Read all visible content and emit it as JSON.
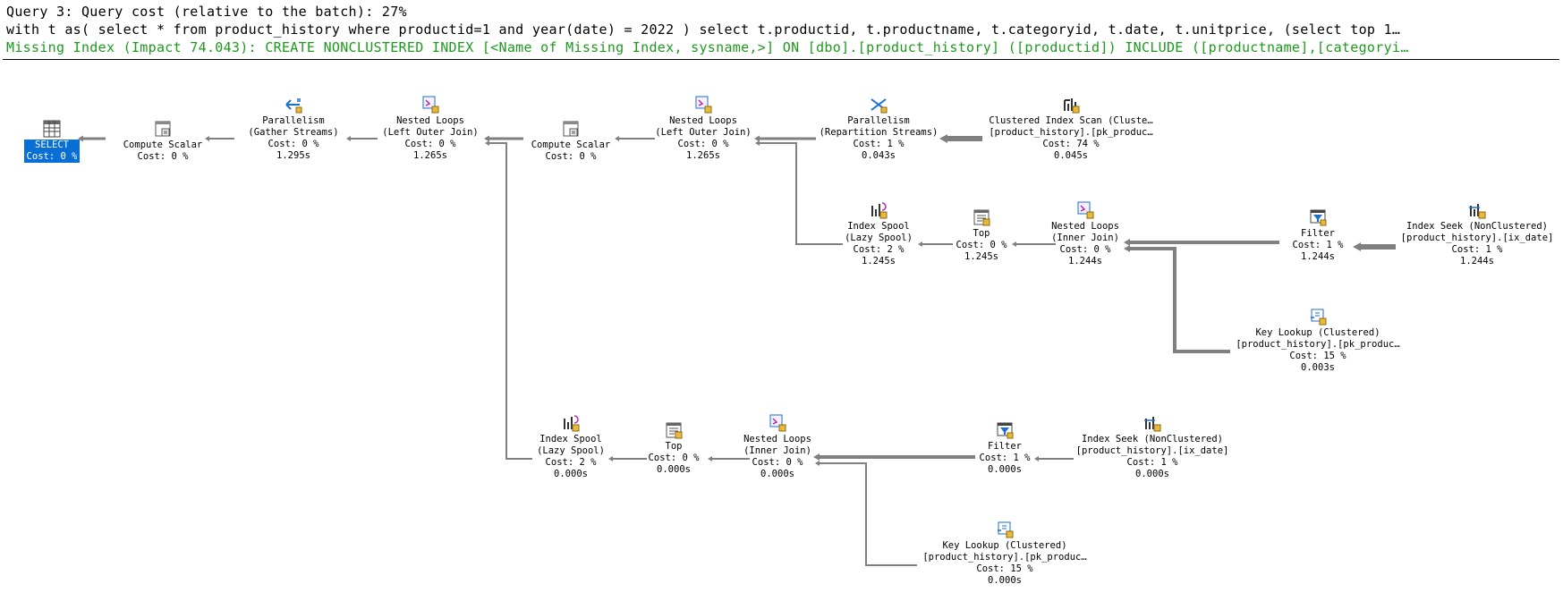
{
  "header": {
    "line1": "Query 3: Query cost (relative to the batch): 27%",
    "line2": "with t as( select * from product_history where productid=1 and year(date) = 2022 ) select t.productid, t.productname, t.categoryid, t.date, t.unitprice, (select top 1…",
    "line3": "Missing Index (Impact 74.043): CREATE NONCLUSTERED INDEX [<Name of Missing Index, sysname,>] ON [dbo].[product_history] ([productid]) INCLUDE ([productname],[categoryi…"
  },
  "colors": {
    "missing_index": "#1d9a1d",
    "selected_bg": "#0a6fd4",
    "edge": "#808080"
  },
  "plan": {
    "select": {
      "icon": "table-grid-icon",
      "name": "SELECT",
      "cost": "Cost: 0 %"
    },
    "compute_scalar_1": {
      "icon": "compute-scalar-icon",
      "name": "Compute Scalar",
      "cost": "Cost: 0 %"
    },
    "parallelism_gather": {
      "icon": "parallelism-icon",
      "name": "Parallelism",
      "sub": "(Gather Streams)",
      "cost": "Cost: 0 %",
      "time": "1.295s"
    },
    "nested_loops_1": {
      "icon": "nested-loops-icon",
      "name": "Nested Loops",
      "sub": "(Left Outer Join)",
      "cost": "Cost: 0 %",
      "time": "1.265s"
    },
    "compute_scalar_2": {
      "icon": "compute-scalar-icon",
      "name": "Compute Scalar",
      "cost": "Cost: 0 %"
    },
    "nested_loops_2": {
      "icon": "nested-loops-icon",
      "name": "Nested Loops",
      "sub": "(Left Outer Join)",
      "cost": "Cost: 0 %",
      "time": "1.265s"
    },
    "parallelism_repartition": {
      "icon": "parallelism-icon",
      "name": "Parallelism",
      "sub": "(Repartition Streams)",
      "cost": "Cost: 1 %",
      "time": "0.043s"
    },
    "clustered_index_scan": {
      "icon": "clustered-index-scan-icon",
      "name": "Clustered Index Scan (Cluste…",
      "sub": "[product_history].[pk_produc…",
      "cost": "Cost: 74 %",
      "time": "0.045s"
    },
    "index_spool_1": {
      "icon": "index-spool-icon",
      "name": "Index Spool",
      "sub": "(Lazy Spool)",
      "cost": "Cost: 2 %",
      "time": "1.245s"
    },
    "top_1": {
      "icon": "top-icon",
      "name": "Top",
      "cost": "Cost: 0 %",
      "time": "1.245s"
    },
    "nested_loops_3": {
      "icon": "nested-loops-icon",
      "name": "Nested Loops",
      "sub": "(Inner Join)",
      "cost": "Cost: 0 %",
      "time": "1.244s"
    },
    "filter_1": {
      "icon": "filter-icon",
      "name": "Filter",
      "cost": "Cost: 1 %",
      "time": "1.244s"
    },
    "index_seek_1": {
      "icon": "index-seek-icon",
      "name": "Index Seek (NonClustered)",
      "sub": "[product_history].[ix_date]",
      "cost": "Cost: 1 %",
      "time": "1.244s"
    },
    "key_lookup_1": {
      "icon": "key-lookup-icon",
      "name": "Key Lookup (Clustered)",
      "sub": "[product_history].[pk_produc…",
      "cost": "Cost: 15 %",
      "time": "0.003s"
    },
    "index_spool_2": {
      "icon": "index-spool-icon",
      "name": "Index Spool",
      "sub": "(Lazy Spool)",
      "cost": "Cost: 2 %",
      "time": "0.000s"
    },
    "top_2": {
      "icon": "top-icon",
      "name": "Top",
      "cost": "Cost: 0 %",
      "time": "0.000s"
    },
    "nested_loops_4": {
      "icon": "nested-loops-icon",
      "name": "Nested Loops",
      "sub": "(Inner Join)",
      "cost": "Cost: 0 %",
      "time": "0.000s"
    },
    "filter_2": {
      "icon": "filter-icon",
      "name": "Filter",
      "cost": "Cost: 1 %",
      "time": "0.000s"
    },
    "index_seek_2": {
      "icon": "index-seek-icon",
      "name": "Index Seek (NonClustered)",
      "sub": "[product_history].[ix_date]",
      "cost": "Cost: 1 %",
      "time": "0.000s"
    },
    "key_lookup_2": {
      "icon": "key-lookup-icon",
      "name": "Key Lookup (Clustered)",
      "sub": "[product_history].[pk_produc…",
      "cost": "Cost: 15 %",
      "time": "0.000s"
    }
  }
}
